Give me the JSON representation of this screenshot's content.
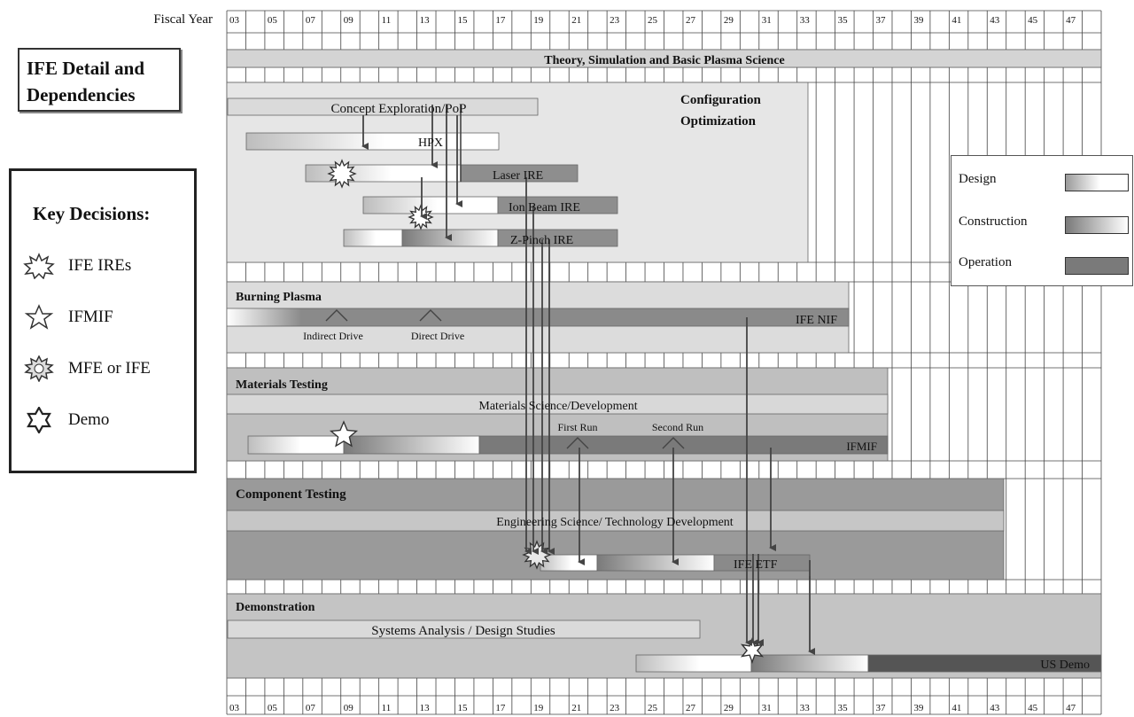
{
  "header": {
    "fiscal_year_label": "Fiscal Year",
    "year_ticks": [
      "03",
      "05",
      "07",
      "09",
      "11",
      "13",
      "15",
      "17",
      "19",
      "21",
      "23",
      "25",
      "27",
      "29",
      "31",
      "33",
      "35",
      "37",
      "39",
      "41",
      "43",
      "45",
      "47"
    ]
  },
  "title": {
    "line1": "IFE Detail and",
    "line2": "Dependencies"
  },
  "key": {
    "title": "Key Decisions:",
    "items": [
      {
        "label": "IFE IREs",
        "icon": "burst-icon"
      },
      {
        "label": "IFMIF",
        "icon": "star-icon"
      },
      {
        "label": "MFE or IFE",
        "icon": "gear-burst-icon"
      },
      {
        "label": "Demo",
        "icon": "six-point-star-icon"
      }
    ]
  },
  "legend": {
    "items": [
      {
        "label": "Design",
        "style": "design"
      },
      {
        "label": "Construction",
        "style": "construction"
      },
      {
        "label": "Operation",
        "style": "operation"
      }
    ]
  },
  "sections": {
    "theory": "Theory, Simulation and Basic Plasma Science",
    "config_opt_line1": "Configuration",
    "config_opt_line2": "Optimization",
    "concept": "Concept Exploration/PoP",
    "hpx": "HPX",
    "laser_ire": "Laser IRE",
    "ion_beam_ire": "Ion Beam IRE",
    "zpinch_ire": "Z-Pinch IRE",
    "burning_plasma": "Burning Plasma",
    "ife_nif": "IFE NIF",
    "indirect_drive": "Indirect Drive",
    "direct_drive": "Direct Drive",
    "materials_testing": "Materials Testing",
    "materials_science": "Materials Science/Development",
    "first_run": "First Run",
    "second_run": "Second Run",
    "ifmif": "IFMIF",
    "component_testing": "Component Testing",
    "eng_science": "Engineering Science/ Technology Development",
    "ife_etf": "IFE ETF",
    "demonstration": "Demonstration",
    "systems_analysis": "Systems Analysis / Design Studies",
    "us_demo": "US Demo"
  },
  "colors": {
    "band_light": "#e3e3e3",
    "band_mid": "#bdbdbd",
    "band_dark": "#8c8c8c",
    "operation": "#7a7a7a",
    "arrow": "#555555"
  }
}
